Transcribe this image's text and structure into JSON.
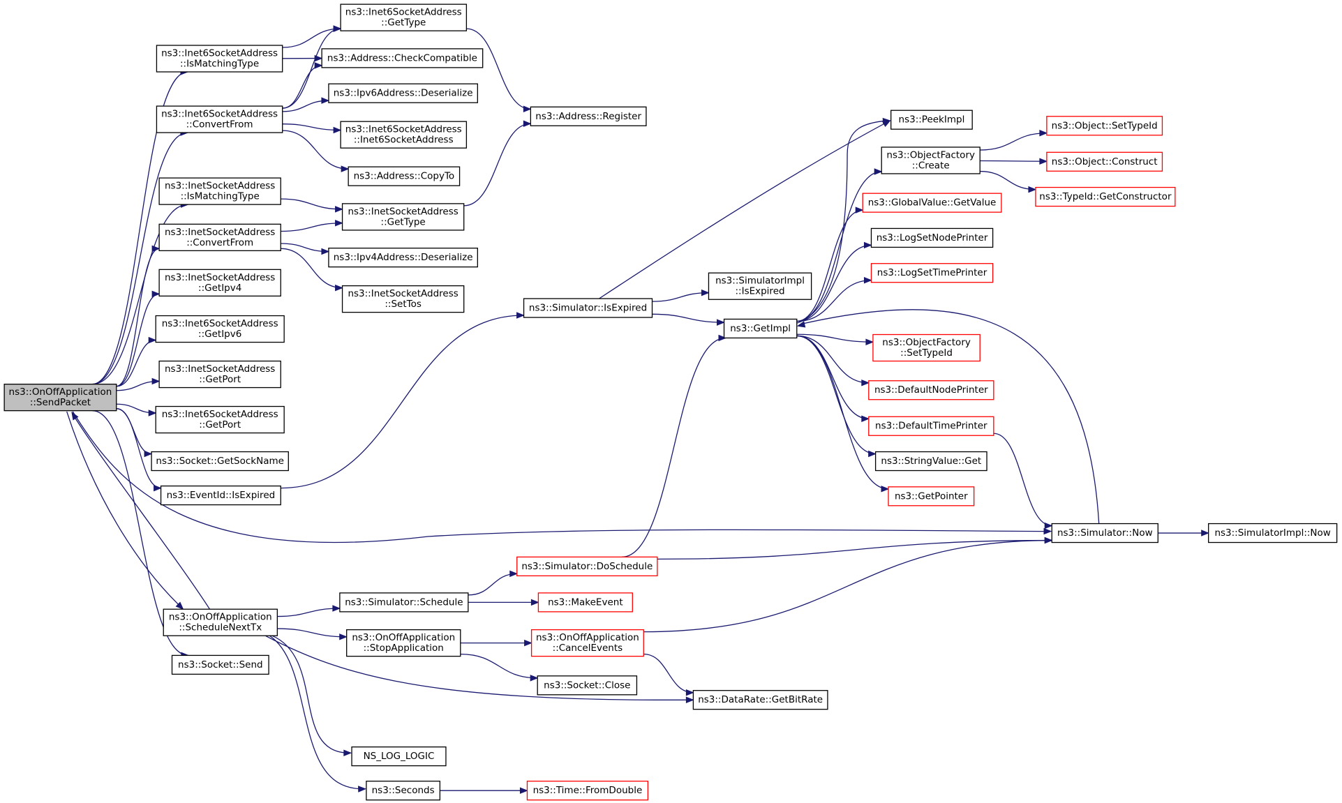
{
  "colors": {
    "edge": "#191970",
    "border_normal": "#000000",
    "border_truncated": "#ff0000",
    "root_fill": "#bfbfbf",
    "node_fill": "#ffffff"
  },
  "nodes": [
    {
      "id": "root",
      "lines": [
        "ns3::OnOffApplication",
        "::SendPacket"
      ],
      "style": "root"
    },
    {
      "id": "i6_ismatch",
      "lines": [
        "ns3::Inet6SocketAddress",
        "::IsMatchingType"
      ],
      "style": "normal"
    },
    {
      "id": "i6_gettype",
      "lines": [
        "ns3::Inet6SocketAddress",
        "::GetType"
      ],
      "style": "normal"
    },
    {
      "id": "addr_checkcompat",
      "lines": [
        "ns3::Address::CheckCompatible"
      ],
      "style": "normal"
    },
    {
      "id": "i6_convertfrom",
      "lines": [
        "ns3::Inet6SocketAddress",
        "::ConvertFrom"
      ],
      "style": "normal"
    },
    {
      "id": "ipv6_deser",
      "lines": [
        "ns3::Ipv6Address::Deserialize"
      ],
      "style": "normal"
    },
    {
      "id": "i6_ctor",
      "lines": [
        "ns3::Inet6SocketAddress",
        "::Inet6SocketAddress"
      ],
      "style": "normal"
    },
    {
      "id": "addr_copyto",
      "lines": [
        "ns3::Address::CopyTo"
      ],
      "style": "normal"
    },
    {
      "id": "addr_register",
      "lines": [
        "ns3::Address::Register"
      ],
      "style": "normal"
    },
    {
      "id": "i4_ismatch",
      "lines": [
        "ns3::InetSocketAddress",
        "::IsMatchingType"
      ],
      "style": "normal"
    },
    {
      "id": "i4_gettype",
      "lines": [
        "ns3::InetSocketAddress",
        "::GetType"
      ],
      "style": "normal"
    },
    {
      "id": "i4_convertfrom",
      "lines": [
        "ns3::InetSocketAddress",
        "::ConvertFrom"
      ],
      "style": "normal"
    },
    {
      "id": "ipv4_deser",
      "lines": [
        "ns3::Ipv4Address::Deserialize"
      ],
      "style": "normal"
    },
    {
      "id": "i4_settos",
      "lines": [
        "ns3::InetSocketAddress",
        "::SetTos"
      ],
      "style": "normal"
    },
    {
      "id": "i4_getipv4",
      "lines": [
        "ns3::InetSocketAddress",
        "::GetIpv4"
      ],
      "style": "normal"
    },
    {
      "id": "i6_getipv6",
      "lines": [
        "ns3::Inet6SocketAddress",
        "::GetIpv6"
      ],
      "style": "normal"
    },
    {
      "id": "i4_getport",
      "lines": [
        "ns3::InetSocketAddress",
        "::GetPort"
      ],
      "style": "normal"
    },
    {
      "id": "i6_getport",
      "lines": [
        "ns3::Inet6SocketAddress",
        "::GetPort"
      ],
      "style": "normal"
    },
    {
      "id": "sock_getsockname",
      "lines": [
        "ns3::Socket::GetSockName"
      ],
      "style": "normal"
    },
    {
      "id": "eventid_isexpired",
      "lines": [
        "ns3::EventId::IsExpired"
      ],
      "style": "normal"
    },
    {
      "id": "sim_isexpired",
      "lines": [
        "ns3::Simulator::IsExpired"
      ],
      "style": "normal"
    },
    {
      "id": "simimpl_isexpired",
      "lines": [
        "ns3::SimulatorImpl",
        "::IsExpired"
      ],
      "style": "normal"
    },
    {
      "id": "getimpl",
      "lines": [
        "ns3::GetImpl"
      ],
      "style": "normal"
    },
    {
      "id": "peekimpl",
      "lines": [
        "ns3::PeekImpl"
      ],
      "style": "normal"
    },
    {
      "id": "objfactory_create",
      "lines": [
        "ns3::ObjectFactory",
        "::Create"
      ],
      "style": "normal"
    },
    {
      "id": "obj_settypeid",
      "lines": [
        "ns3::Object::SetTypeId"
      ],
      "style": "truncated"
    },
    {
      "id": "obj_construct",
      "lines": [
        "ns3::Object::Construct"
      ],
      "style": "truncated"
    },
    {
      "id": "typeid_getctor",
      "lines": [
        "ns3::TypeId::GetConstructor"
      ],
      "style": "truncated"
    },
    {
      "id": "globalvalue_getvalue",
      "lines": [
        "ns3::GlobalValue::GetValue"
      ],
      "style": "truncated"
    },
    {
      "id": "logsetnodeprinter",
      "lines": [
        "ns3::LogSetNodePrinter"
      ],
      "style": "normal"
    },
    {
      "id": "logsettimeprinter",
      "lines": [
        "ns3::LogSetTimePrinter"
      ],
      "style": "truncated"
    },
    {
      "id": "objfactory_settypeid",
      "lines": [
        "ns3::ObjectFactory",
        "::SetTypeId"
      ],
      "style": "truncated"
    },
    {
      "id": "defaultnodeprinter",
      "lines": [
        "ns3::DefaultNodePrinter"
      ],
      "style": "truncated"
    },
    {
      "id": "defaulttimeprinter",
      "lines": [
        "ns3::DefaultTimePrinter"
      ],
      "style": "truncated"
    },
    {
      "id": "stringvalue_get",
      "lines": [
        "ns3::StringValue::Get"
      ],
      "style": "normal"
    },
    {
      "id": "getpointer",
      "lines": [
        "ns3::GetPointer"
      ],
      "style": "truncated"
    },
    {
      "id": "sim_now",
      "lines": [
        "ns3::Simulator::Now"
      ],
      "style": "normal"
    },
    {
      "id": "simimpl_now",
      "lines": [
        "ns3::SimulatorImpl::Now"
      ],
      "style": "normal"
    },
    {
      "id": "sim_doschedule",
      "lines": [
        "ns3::Simulator::DoSchedule"
      ],
      "style": "truncated"
    },
    {
      "id": "onoff_schednext",
      "lines": [
        "ns3::OnOffApplication",
        "::ScheduleNextTx"
      ],
      "style": "normal"
    },
    {
      "id": "sim_schedule",
      "lines": [
        "ns3::Simulator::Schedule"
      ],
      "style": "normal"
    },
    {
      "id": "makeevent",
      "lines": [
        "ns3::MakeEvent"
      ],
      "style": "truncated"
    },
    {
      "id": "onoff_stopapp",
      "lines": [
        "ns3::OnOffApplication",
        "::StopApplication"
      ],
      "style": "normal"
    },
    {
      "id": "onoff_cancelevents",
      "lines": [
        "ns3::OnOffApplication",
        "::CancelEvents"
      ],
      "style": "truncated"
    },
    {
      "id": "sock_close",
      "lines": [
        "ns3::Socket::Close"
      ],
      "style": "normal"
    },
    {
      "id": "datarate_getbitrate",
      "lines": [
        "ns3::DataRate::GetBitRate"
      ],
      "style": "normal"
    },
    {
      "id": "sock_send",
      "lines": [
        "ns3::Socket::Send"
      ],
      "style": "normal"
    },
    {
      "id": "ns_log_logic",
      "lines": [
        "NS_LOG_LOGIC"
      ],
      "style": "normal"
    },
    {
      "id": "seconds",
      "lines": [
        "ns3::Seconds"
      ],
      "style": "normal"
    },
    {
      "id": "time_fromdouble",
      "lines": [
        "ns3::Time::FromDouble"
      ],
      "style": "truncated"
    }
  ],
  "edges": [
    [
      "root",
      "i6_ismatch"
    ],
    [
      "root",
      "i6_convertfrom"
    ],
    [
      "root",
      "i4_ismatch"
    ],
    [
      "root",
      "i4_convertfrom"
    ],
    [
      "root",
      "i4_getipv4"
    ],
    [
      "root",
      "i6_getipv6"
    ],
    [
      "root",
      "i4_getport"
    ],
    [
      "root",
      "i6_getport"
    ],
    [
      "root",
      "sock_getsockname"
    ],
    [
      "root",
      "eventid_isexpired"
    ],
    [
      "root",
      "sim_now"
    ],
    [
      "root",
      "onoff_schednext"
    ],
    [
      "root",
      "sock_send"
    ],
    [
      "i6_ismatch",
      "i6_gettype"
    ],
    [
      "i6_ismatch",
      "addr_checkcompat"
    ],
    [
      "i6_convertfrom",
      "i6_gettype"
    ],
    [
      "i6_convertfrom",
      "addr_checkcompat"
    ],
    [
      "i6_convertfrom",
      "ipv6_deser"
    ],
    [
      "i6_convertfrom",
      "i6_ctor"
    ],
    [
      "i6_convertfrom",
      "addr_copyto"
    ],
    [
      "i6_gettype",
      "addr_register"
    ],
    [
      "i4_ismatch",
      "i4_gettype"
    ],
    [
      "i4_convertfrom",
      "i4_gettype"
    ],
    [
      "i4_convertfrom",
      "ipv4_deser"
    ],
    [
      "i4_convertfrom",
      "i4_settos"
    ],
    [
      "i4_gettype",
      "addr_register"
    ],
    [
      "eventid_isexpired",
      "sim_isexpired"
    ],
    [
      "sim_isexpired",
      "peekimpl"
    ],
    [
      "sim_isexpired",
      "simimpl_isexpired"
    ],
    [
      "sim_isexpired",
      "getimpl"
    ],
    [
      "getimpl",
      "peekimpl"
    ],
    [
      "getimpl",
      "objfactory_create"
    ],
    [
      "getimpl",
      "globalvalue_getvalue"
    ],
    [
      "getimpl",
      "logsetnodeprinter"
    ],
    [
      "getimpl",
      "logsettimeprinter"
    ],
    [
      "getimpl",
      "objfactory_settypeid"
    ],
    [
      "getimpl",
      "defaultnodeprinter"
    ],
    [
      "getimpl",
      "defaulttimeprinter"
    ],
    [
      "getimpl",
      "stringvalue_get"
    ],
    [
      "getimpl",
      "getpointer"
    ],
    [
      "objfactory_create",
      "obj_settypeid"
    ],
    [
      "objfactory_create",
      "obj_construct"
    ],
    [
      "objfactory_create",
      "typeid_getctor"
    ],
    [
      "defaulttimeprinter",
      "sim_now"
    ],
    [
      "sim_now",
      "getimpl"
    ],
    [
      "sim_now",
      "simimpl_now"
    ],
    [
      "sim_doschedule",
      "getimpl"
    ],
    [
      "sim_doschedule",
      "sim_now"
    ],
    [
      "onoff_schednext",
      "root"
    ],
    [
      "onoff_schednext",
      "sim_schedule"
    ],
    [
      "onoff_schednext",
      "onoff_stopapp"
    ],
    [
      "onoff_schednext",
      "datarate_getbitrate"
    ],
    [
      "onoff_schednext",
      "ns_log_logic"
    ],
    [
      "onoff_schednext",
      "seconds"
    ],
    [
      "sim_schedule",
      "sim_doschedule"
    ],
    [
      "sim_schedule",
      "makeevent"
    ],
    [
      "onoff_stopapp",
      "onoff_cancelevents"
    ],
    [
      "onoff_stopapp",
      "sock_close"
    ],
    [
      "onoff_cancelevents",
      "sim_now"
    ],
    [
      "onoff_cancelevents",
      "datarate_getbitrate"
    ],
    [
      "seconds",
      "time_fromdouble"
    ]
  ]
}
